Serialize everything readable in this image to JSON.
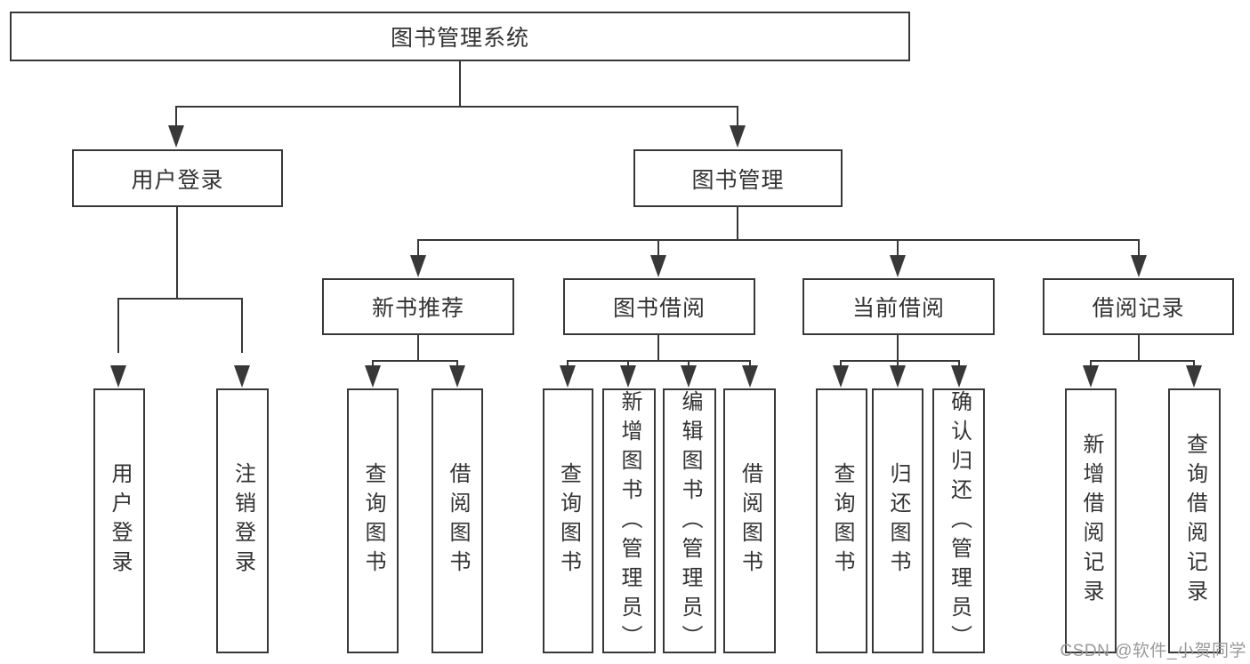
{
  "tree": {
    "root": "图书管理系统",
    "branches": [
      {
        "label": "用户登录",
        "children": [
          "用户登录",
          "注销登录"
        ]
      },
      {
        "label": "图书管理",
        "groups": [
          {
            "label": "新书推荐",
            "children": [
              "查询图书",
              "借阅图书"
            ]
          },
          {
            "label": "图书借阅",
            "children": [
              "查询图书",
              "新增图书（管理员）",
              "编辑图书（管理员）",
              "借阅图书"
            ]
          },
          {
            "label": "当前借阅",
            "children": [
              "查询图书",
              "归还图书",
              "确认归还（管理员）"
            ]
          },
          {
            "label": "借阅记录",
            "children": [
              "新增借阅记录",
              "查询借阅记录"
            ]
          }
        ]
      }
    ]
  },
  "watermark": {
    "text": "CSDN @软件_小贺同学",
    "color": "#9a9a9a"
  },
  "colors": {
    "line": "#383838",
    "box_border": "#383838",
    "text": "#333333",
    "background": "#ffffff"
  }
}
